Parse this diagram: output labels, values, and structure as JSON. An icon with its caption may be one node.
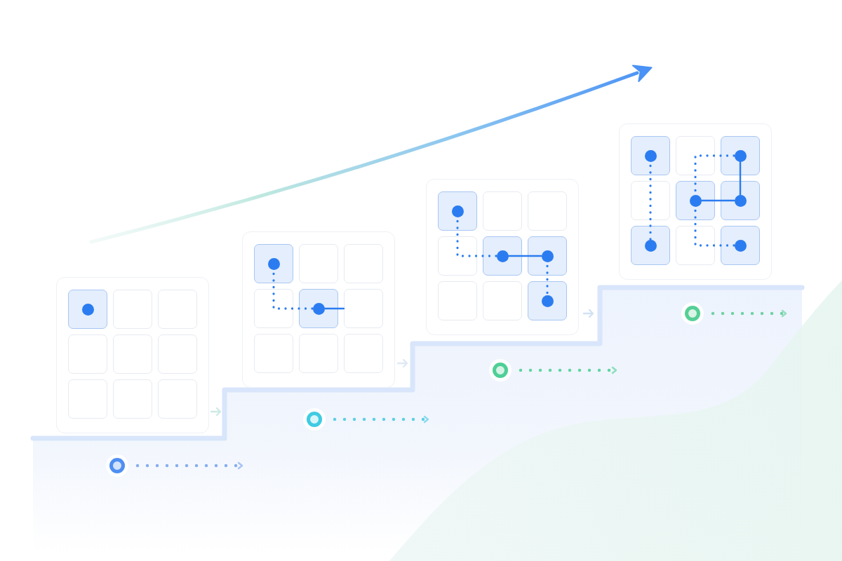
{
  "diagram": {
    "nodes": [
      {
        "text": [],
        "shape": "box"
      },
      {
        "text": [],
        "shape": "circle",
        "in": 0
      },
      {
        "text": [],
        "shape": "box"
      },
      {
        "text": [],
        "shape": "circle",
        "in": 2
      },
      {
        "text": [],
        "shape": "circle",
        "in": 2
      },
      {
        "text": [],
        "shape": "box"
      },
      {
        "text": [],
        "shape": "circle",
        "in": 5
      },
      {
        "text": [],
        "shape": "circle",
        "in": 5
      },
      {
        "text": [],
        "shape": "circle",
        "in": 5
      },
      {
        "text": [],
        "shape": "circle",
        "in": 5
      },
      {
        "text": [],
        "shape": "box"
      },
      {
        "text": [],
        "shape": "circle",
        "in": 10
      },
      {
        "text": [],
        "shape": "circle",
        "in": 10
      },
      {
        "text": [],
        "shape": "circle",
        "in": 10
      },
      {
        "text": [],
        "shape": "circle",
        "in": 10
      },
      {
        "text": [],
        "shape": "circle",
        "in": 10
      },
      {
        "text": [],
        "shape": "circle",
        "in": 10
      },
      {
        "text": [],
        "shape": "circle"
      },
      {
        "text": [],
        "shape": "circle"
      },
      {
        "text": [],
        "shape": "circle"
      },
      {
        "text": [],
        "shape": "circle"
      }
    ],
    "edges": [
      {
        "from": 3,
        "to": 4,
        "arrow": "none",
        "style": "dashed"
      },
      {
        "from": 4,
        "to": null,
        "arrow": "none"
      },
      {
        "from": 6,
        "to": 7,
        "arrow": "none",
        "style": "dashed"
      },
      {
        "from": 7,
        "to": 8,
        "arrow": "none"
      },
      {
        "from": 8,
        "to": 9,
        "arrow": "none",
        "style": "dashed"
      },
      {
        "from": 11,
        "to": 15,
        "arrow": "none",
        "style": "dashed"
      },
      {
        "from": 12,
        "to": 14,
        "arrow": "none"
      },
      {
        "from": 13,
        "to": 14,
        "arrow": "none"
      },
      {
        "from": 13,
        "to": 12,
        "arrow": "none",
        "style": "dashed"
      },
      {
        "from": 13,
        "to": 16,
        "arrow": "none",
        "style": "dashed"
      },
      {
        "from": 17,
        "to": null,
        "arrow": "to",
        "style": "dashed",
        "color": "#86aef0"
      },
      {
        "from": 18,
        "to": null,
        "arrow": "to",
        "style": "dashed",
        "color": "#5fcfe5"
      },
      {
        "from": 19,
        "to": null,
        "arrow": "to",
        "style": "dashed",
        "color": "#62d4a0"
      },
      {
        "from": 20,
        "to": null,
        "arrow": "to",
        "style": "dashed",
        "color": "#6fd3a3"
      }
    ]
  }
}
